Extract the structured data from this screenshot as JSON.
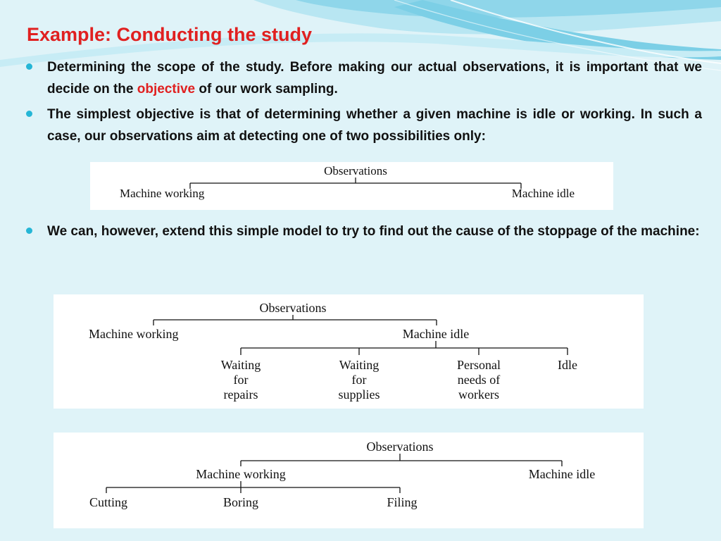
{
  "theme": {
    "title_color": "#e02020",
    "highlight_color": "#e02020",
    "bullet_color": "#25b6d6",
    "background": "#dff3f8"
  },
  "slide": {
    "title": "Example: Conducting the study",
    "bullets": [
      {
        "before": "Determining the scope of the study. Before making our actual observations, it is important that we decide on the ",
        "highlight": "objective",
        "after": " of our work sampling."
      },
      {
        "text": "The simplest objective is that of determining whether a given machine is idle or working. In such a case, our observations aim at detecting one of two possibilities only:"
      },
      {
        "text": "We can, however, extend this simple model to try to find out the cause of the stoppage of the machine:"
      }
    ]
  },
  "diagram1": {
    "root": "Observations",
    "left": "Machine working",
    "right": "Machine idle"
  },
  "diagram2": {
    "root": "Observations",
    "left": "Machine working",
    "right": "Machine idle",
    "children": [
      {
        "l1": "Waiting",
        "l2": "for",
        "l3": "repairs"
      },
      {
        "l1": "Waiting",
        "l2": "for",
        "l3": "supplies"
      },
      {
        "l1": "Personal",
        "l2": "needs of",
        "l3": "workers"
      },
      {
        "l1": "Idle",
        "l2": "",
        "l3": ""
      }
    ]
  },
  "diagram3": {
    "root": "Observations",
    "left": "Machine working",
    "right": "Machine idle",
    "children": [
      "Cutting",
      "Boring",
      "Filing"
    ]
  }
}
